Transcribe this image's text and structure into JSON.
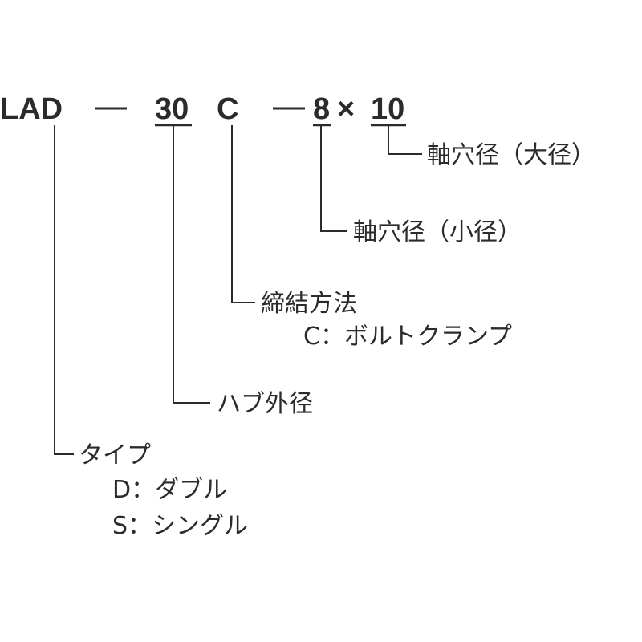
{
  "code": {
    "type": "LAD",
    "size": "30",
    "fastening": "C",
    "bore_small": "8",
    "times": "×",
    "bore_large": "10"
  },
  "labels": {
    "bore_large": "軸穴径（大径）",
    "bore_small": "軸穴径（小径）",
    "fastening": {
      "title": "締結方法",
      "option_c": "C：ボルトクランプ"
    },
    "hub": "ハブ外径",
    "type": {
      "title": "タイプ",
      "option_d": "D：ダブル",
      "option_s": "S：シングル"
    }
  }
}
